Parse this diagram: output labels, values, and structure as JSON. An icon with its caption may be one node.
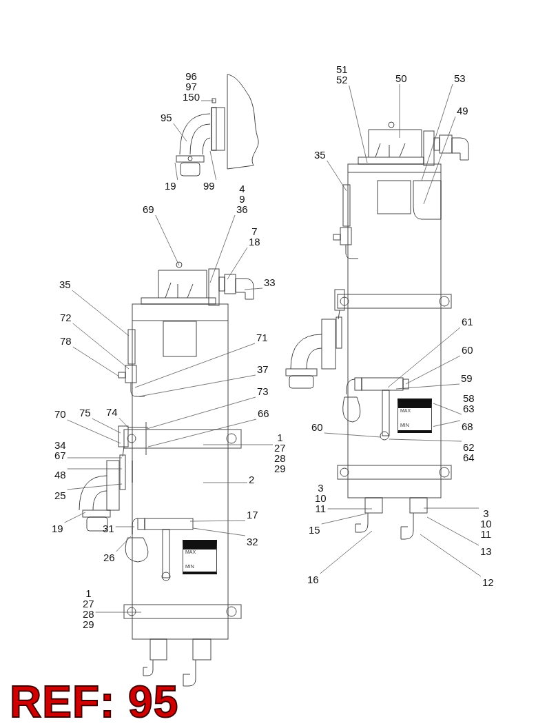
{
  "diagram": {
    "nodes": [
      {
        "text": [
          "96",
          "97",
          "150"
        ]
      },
      {
        "text": [
          "95"
        ]
      },
      {
        "text": [
          "19"
        ]
      },
      {
        "text": [
          "99"
        ]
      },
      {
        "text": [
          "4",
          "9",
          "36"
        ]
      },
      {
        "text": [
          "69"
        ]
      },
      {
        "text": [
          "7",
          "18"
        ]
      },
      {
        "text": [
          "33"
        ]
      },
      {
        "text": [
          "35"
        ]
      },
      {
        "text": [
          "72"
        ]
      },
      {
        "text": [
          "78"
        ]
      },
      {
        "text": [
          "71"
        ]
      },
      {
        "text": [
          "37"
        ]
      },
      {
        "text": [
          "73"
        ]
      },
      {
        "text": [
          "66"
        ]
      },
      {
        "text": [
          "70"
        ]
      },
      {
        "text": [
          "75"
        ]
      },
      {
        "text": [
          "74"
        ]
      },
      {
        "text": [
          "1",
          "27",
          "28",
          "29"
        ]
      },
      {
        "text": [
          "34",
          "67"
        ]
      },
      {
        "text": [
          "48"
        ]
      },
      {
        "text": [
          "2"
        ]
      },
      {
        "text": [
          "25"
        ]
      },
      {
        "text": [
          "19"
        ]
      },
      {
        "text": [
          "17"
        ]
      },
      {
        "text": [
          "31"
        ]
      },
      {
        "text": [
          "32"
        ]
      },
      {
        "text": [
          "26"
        ]
      },
      {
        "text": [
          "1",
          "27",
          "28",
          "29"
        ]
      },
      {
        "text": [
          "51",
          "52"
        ]
      },
      {
        "text": [
          "50"
        ]
      },
      {
        "text": [
          "53"
        ]
      },
      {
        "text": [
          "49"
        ]
      },
      {
        "text": [
          "35"
        ]
      },
      {
        "text": [
          "61"
        ]
      },
      {
        "text": [
          "60"
        ]
      },
      {
        "text": [
          "59"
        ]
      },
      {
        "text": [
          "58",
          "63"
        ]
      },
      {
        "text": [
          "68"
        ]
      },
      {
        "text": [
          "60"
        ]
      },
      {
        "text": [
          "62",
          "64"
        ]
      },
      {
        "text": [
          "3",
          "10",
          "11"
        ]
      },
      {
        "text": [
          "3",
          "10",
          "11"
        ]
      },
      {
        "text": [
          "15"
        ]
      },
      {
        "text": [
          "13"
        ]
      },
      {
        "text": [
          "16"
        ]
      },
      {
        "text": [
          "12"
        ]
      },
      {
        "text": [
          "MAX",
          "MIN"
        ]
      },
      {
        "text": [
          "MAX",
          "MIN"
        ]
      },
      {
        "text": [],
        "shape": "box"
      },
      {
        "text": [],
        "shape": "box"
      }
    ],
    "edges": [
      {
        "from": 0,
        "to": null,
        "arrow": "none"
      },
      {
        "from": 1,
        "to": null,
        "arrow": "none"
      },
      {
        "from": 2,
        "to": 50,
        "arrow": "none"
      },
      {
        "from": 3,
        "to": 49,
        "arrow": "none"
      },
      {
        "from": 4,
        "to": null,
        "arrow": "none"
      },
      {
        "from": 5,
        "to": null,
        "arrow": "none"
      },
      {
        "from": 6,
        "to": null,
        "arrow": "none"
      },
      {
        "from": 7,
        "to": null,
        "arrow": "none"
      },
      {
        "from": 8,
        "to": null,
        "arrow": "none"
      },
      {
        "from": 9,
        "to": null,
        "arrow": "none"
      },
      {
        "from": 10,
        "to": null,
        "arrow": "none"
      },
      {
        "from": 11,
        "to": null,
        "arrow": "none"
      },
      {
        "from": 12,
        "to": null,
        "arrow": "none"
      },
      {
        "from": 13,
        "to": null,
        "arrow": "none"
      },
      {
        "from": 14,
        "to": null,
        "arrow": "none"
      },
      {
        "from": 15,
        "to": null,
        "arrow": "none"
      },
      {
        "from": 16,
        "to": null,
        "arrow": "none"
      },
      {
        "from": 17,
        "to": null,
        "arrow": "none"
      },
      {
        "from": 18,
        "to": null,
        "arrow": "none"
      },
      {
        "from": 19,
        "to": null,
        "arrow": "none"
      },
      {
        "from": 20,
        "to": null,
        "arrow": "none"
      },
      {
        "from": 21,
        "to": null,
        "arrow": "none"
      },
      {
        "from": 22,
        "to": null,
        "arrow": "none"
      },
      {
        "from": 23,
        "to": null,
        "arrow": "none"
      },
      {
        "from": 24,
        "to": null,
        "arrow": "none"
      },
      {
        "from": 25,
        "to": null,
        "arrow": "none"
      },
      {
        "from": 26,
        "to": null,
        "arrow": "none"
      },
      {
        "from": 27,
        "to": null,
        "arrow": "none"
      },
      {
        "from": 28,
        "to": null,
        "arrow": "none"
      },
      {
        "from": 29,
        "to": null,
        "arrow": "none"
      },
      {
        "from": 30,
        "to": null,
        "arrow": "none"
      },
      {
        "from": 31,
        "to": null,
        "arrow": "none"
      },
      {
        "from": 32,
        "to": null,
        "arrow": "none"
      },
      {
        "from": 33,
        "to": null,
        "arrow": "none"
      },
      {
        "from": 34,
        "to": null,
        "arrow": "none"
      },
      {
        "from": 35,
        "to": null,
        "arrow": "none"
      },
      {
        "from": 36,
        "to": null,
        "arrow": "none"
      },
      {
        "from": 37,
        "to": 48,
        "arrow": "none"
      },
      {
        "from": 38,
        "to": 48,
        "arrow": "none"
      },
      {
        "from": 39,
        "to": null,
        "arrow": "none"
      },
      {
        "from": 40,
        "to": null,
        "arrow": "none"
      },
      {
        "from": 41,
        "to": null,
        "arrow": "none"
      },
      {
        "from": 42,
        "to": null,
        "arrow": "none"
      },
      {
        "from": 43,
        "to": null,
        "arrow": "none"
      },
      {
        "from": 44,
        "to": null,
        "arrow": "none"
      },
      {
        "from": 45,
        "to": null,
        "arrow": "none"
      },
      {
        "from": 46,
        "to": null,
        "arrow": "none"
      }
    ],
    "labels": [
      "REF: 95"
    ]
  }
}
